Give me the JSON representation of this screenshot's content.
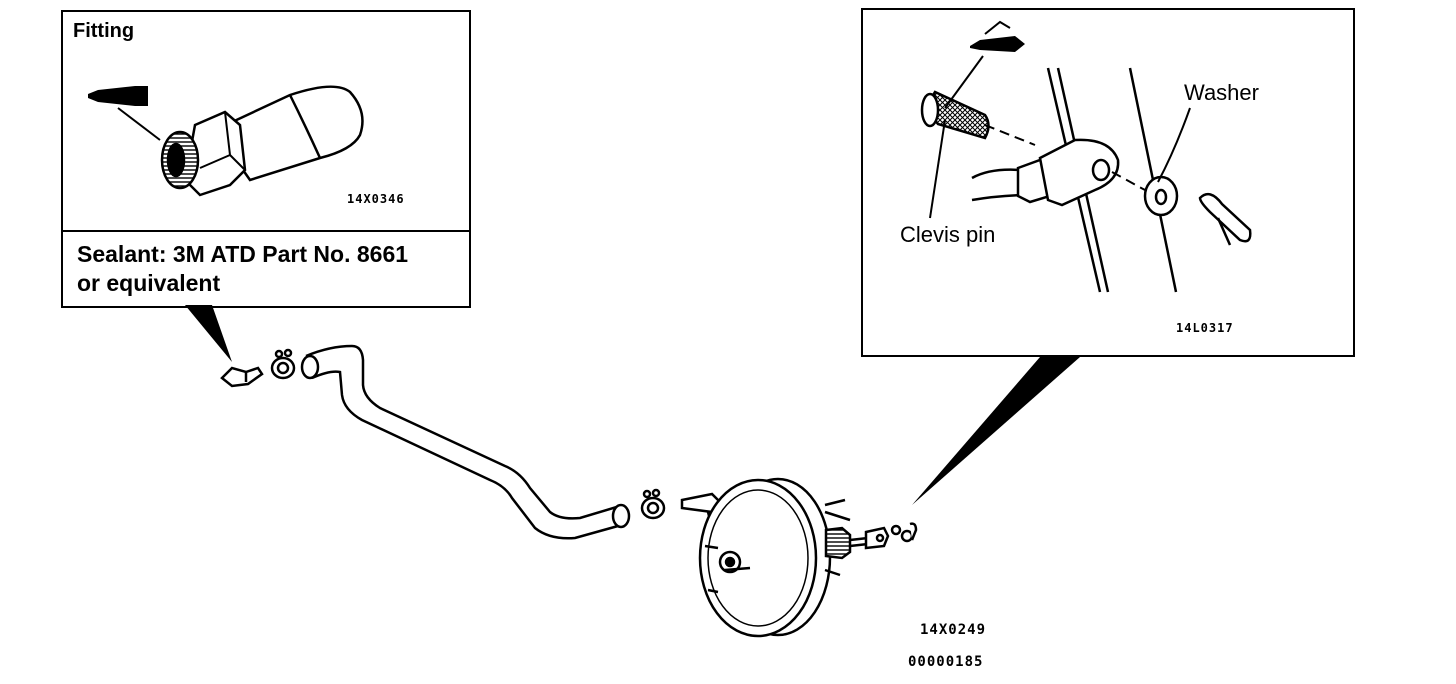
{
  "fitting_inset": {
    "title": "Fitting",
    "figure_code": "14X0346",
    "sealant_line1": "Sealant: 3M ATD Part No. 8661",
    "sealant_line2": "or  equivalent"
  },
  "clevis_inset": {
    "washer_label": "Washer",
    "clevis_pin_label": "Clevis pin",
    "figure_code": "14L0317"
  },
  "main": {
    "figure_code": "14X0249",
    "doc_code": "00000185"
  },
  "icons": [
    "grease-gun-icon",
    "grease-gun-icon"
  ]
}
